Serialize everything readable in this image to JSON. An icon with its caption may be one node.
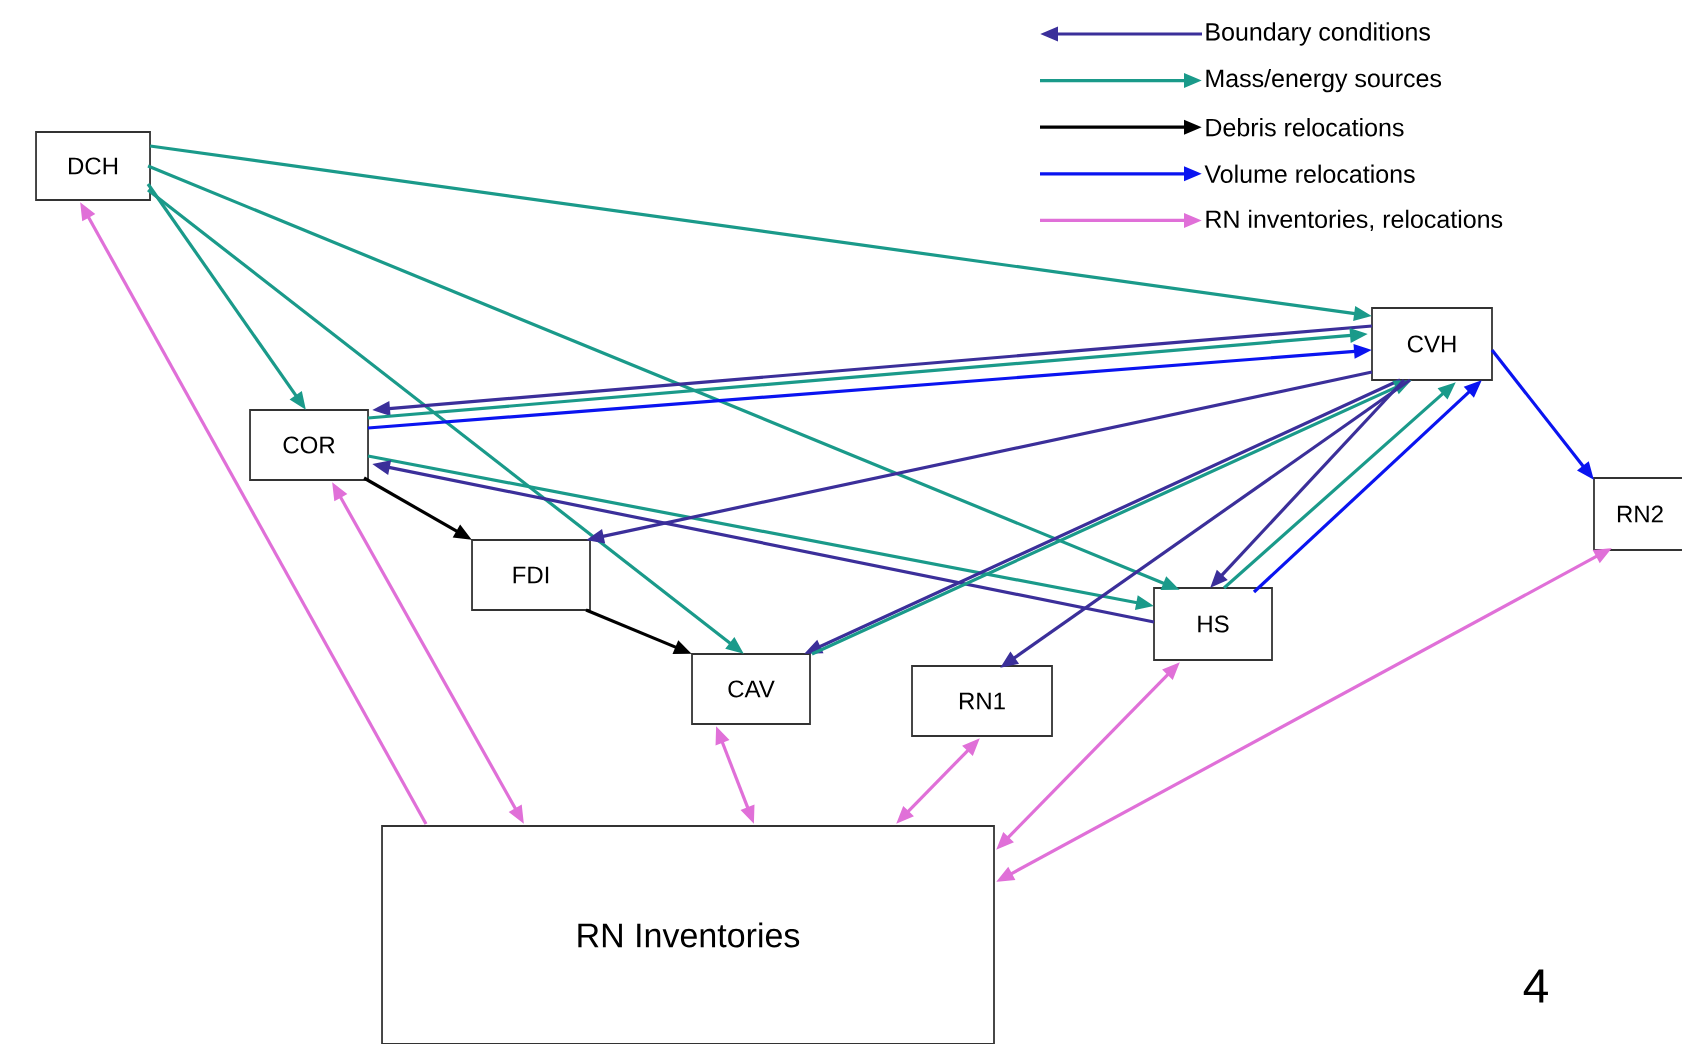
{
  "diagram": {
    "nodes": [
      {
        "text": [
          "DCH"
        ]
      },
      {
        "text": [
          "COR"
        ]
      },
      {
        "text": [
          "FDI"
        ]
      },
      {
        "text": [
          "CAV"
        ]
      },
      {
        "text": [
          "CVH"
        ]
      },
      {
        "text": [
          "HS"
        ]
      },
      {
        "text": [
          "RN1"
        ]
      },
      {
        "text": [
          "RN2"
        ]
      },
      {
        "text": [
          "RN Inventories"
        ]
      }
    ],
    "edges": [
      {
        "from": 0,
        "to": 4,
        "arrow": "to"
      },
      {
        "from": 0,
        "to": 1,
        "arrow": "to"
      },
      {
        "from": 0,
        "to": 3,
        "arrow": "to"
      },
      {
        "from": 0,
        "to": 5,
        "arrow": "to"
      },
      {
        "from": 4,
        "to": 1,
        "arrow": "to",
        "color": "#3b2f9a"
      },
      {
        "from": 1,
        "to": 4,
        "arrow": "to"
      },
      {
        "from": 1,
        "to": 4,
        "arrow": "to",
        "color": "#0a14f0"
      },
      {
        "from": 1,
        "to": 5,
        "arrow": "to"
      },
      {
        "from": 5,
        "to": 1,
        "arrow": "to",
        "color": "#3b2f9a"
      },
      {
        "from": 1,
        "to": 2,
        "arrow": "to",
        "color": "#000000"
      },
      {
        "from": 2,
        "to": 3,
        "arrow": "to",
        "color": "#000000"
      },
      {
        "from": 4,
        "to": 2,
        "arrow": "to",
        "color": "#3b2f9a"
      },
      {
        "from": 4,
        "to": 3,
        "arrow": "to",
        "color": "#3b2f9a"
      },
      {
        "from": 3,
        "to": 4,
        "arrow": "to"
      },
      {
        "from": 4,
        "to": 6,
        "arrow": "to",
        "color": "#3b2f9a"
      },
      {
        "from": 4,
        "to": 5,
        "arrow": "to",
        "color": "#3b2f9a"
      },
      {
        "from": 5,
        "to": 4,
        "arrow": "to"
      },
      {
        "from": 5,
        "to": 4,
        "arrow": "to",
        "color": "#0a14f0"
      },
      {
        "from": 4,
        "to": 7,
        "arrow": "to",
        "color": "#0a14f0"
      },
      {
        "from": 8,
        "to": 0,
        "arrow": "to",
        "color": "#e070d8"
      },
      {
        "from": 1,
        "to": 8,
        "arrow": "both",
        "color": "#e070d8"
      },
      {
        "from": 3,
        "to": 8,
        "arrow": "both",
        "color": "#e070d8"
      },
      {
        "from": 6,
        "to": 8,
        "arrow": "both",
        "color": "#e070d8"
      },
      {
        "from": 5,
        "to": 8,
        "arrow": "both",
        "color": "#e070d8"
      },
      {
        "from": 7,
        "to": 8,
        "arrow": "both",
        "color": "#e070d8"
      }
    ],
    "labels": [
      "4"
    ],
    "legend": [
      {
        "text": "Boundary conditions"
      },
      {
        "text": "Mass/energy sources"
      },
      {
        "text": "Debris relocations"
      },
      {
        "text": "Volume relocations"
      },
      {
        "text": "RN inventories, relocations"
      }
    ]
  }
}
